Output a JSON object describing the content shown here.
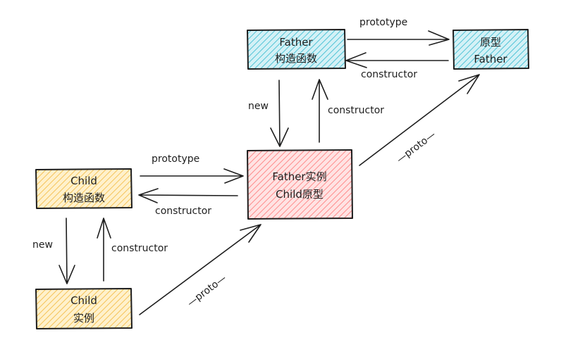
{
  "colors": {
    "blue_fill": "#a5e3ec",
    "blue_hatch": "#4fc3d6",
    "yellow_fill": "#ffe6a8",
    "yellow_hatch": "#f5c358",
    "pink_fill": "#ffd0d0",
    "pink_hatch": "#ff8a8a",
    "stroke": "#1e1e1e"
  },
  "nodes": {
    "father_ctor": {
      "line1": "Father",
      "line2": "构造函数",
      "color": "blue"
    },
    "father_proto": {
      "line1": "原型",
      "line2": "Father",
      "color": "blue"
    },
    "father_instance": {
      "line1": "Father实例",
      "line2": "Child原型",
      "color": "pink"
    },
    "child_ctor": {
      "line1": "Child",
      "line2": "构造函数",
      "color": "yellow"
    },
    "child_instance": {
      "line1": "Child",
      "line2": "实例",
      "color": "yellow"
    }
  },
  "edges": {
    "father_prototype": "prototype",
    "father_constructor_back": "constructor",
    "father_new": "new",
    "father_instance_constructor": "constructor",
    "father_instance_proto": "__proto__",
    "child_prototype": "prototype",
    "child_constructor_back": "constructor",
    "child_new": "new",
    "child_instance_constructor": "constructor",
    "child_instance_proto": "__proto__"
  },
  "proto_display": "—proto—"
}
